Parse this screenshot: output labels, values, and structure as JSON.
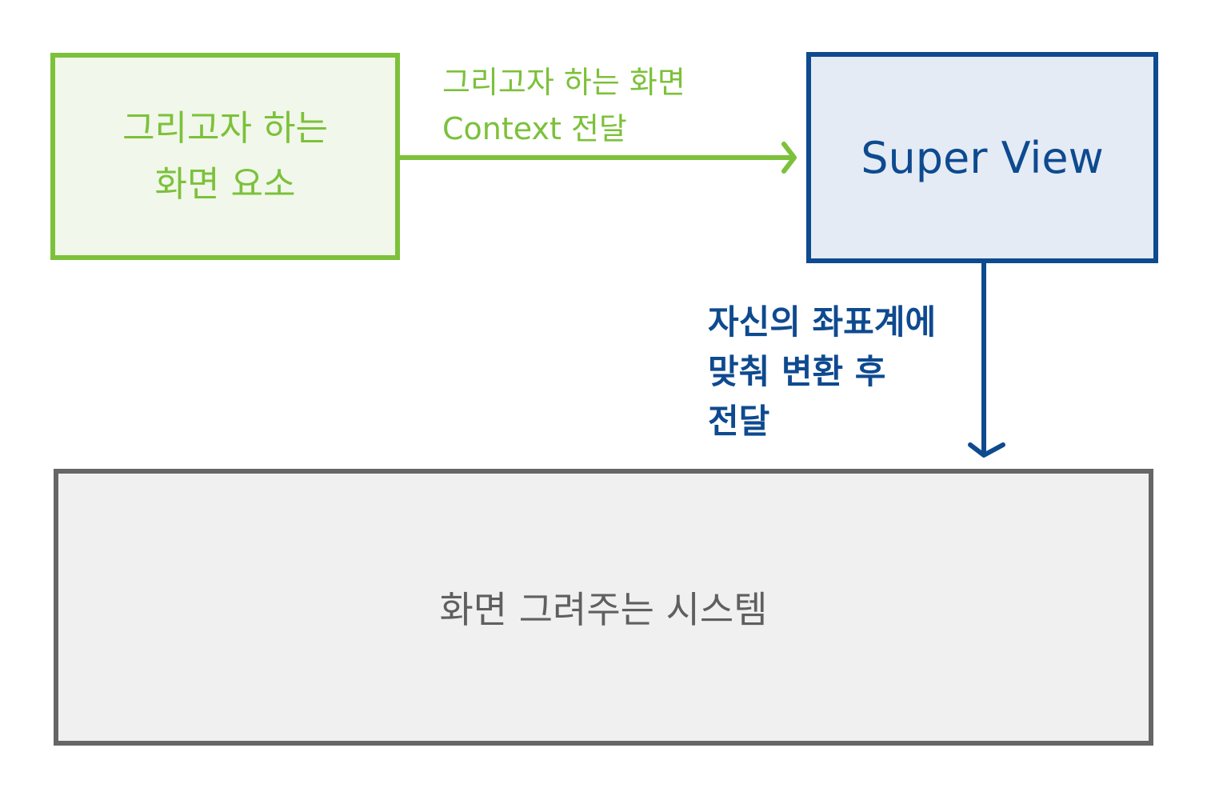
{
  "nodes": {
    "element": {
      "lines": [
        "그리고자 하는",
        "화면 요소"
      ]
    },
    "superview": {
      "text": "Super View"
    },
    "system": {
      "text": "화면 그려주는 시스템"
    }
  },
  "edges": {
    "to_superview": {
      "lines": [
        "그리고자 하는 화면",
        "Context 전달"
      ]
    },
    "to_system": {
      "lines": [
        "자신의 좌표계에",
        "맞춰 변환 후",
        "전달"
      ]
    }
  },
  "colors": {
    "element": "#7cc13a",
    "superview": "#0e4a8f",
    "system": "#666666"
  }
}
